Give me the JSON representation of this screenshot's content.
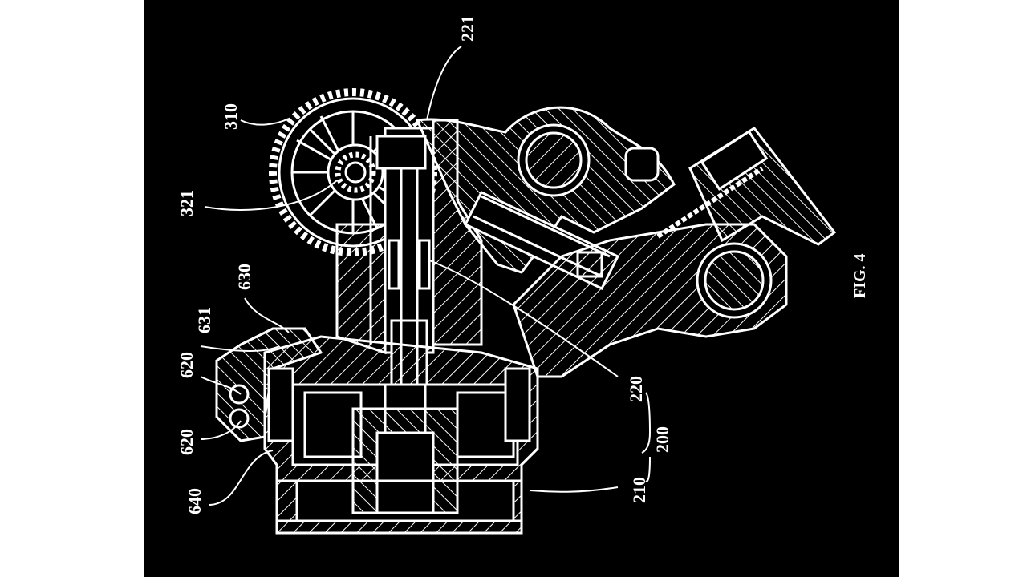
{
  "figure": {
    "caption": "FIG. 4",
    "colors": {
      "frame": "#ffffff",
      "background": "#000000",
      "ink": "#ffffff"
    }
  },
  "labels": {
    "l221": "221",
    "l310": "310",
    "l321": "321",
    "l630": "630",
    "l631": "631",
    "l620a": "620",
    "l620b": "620",
    "l640": "640",
    "l220": "220",
    "l200": "200",
    "l210": "210"
  }
}
